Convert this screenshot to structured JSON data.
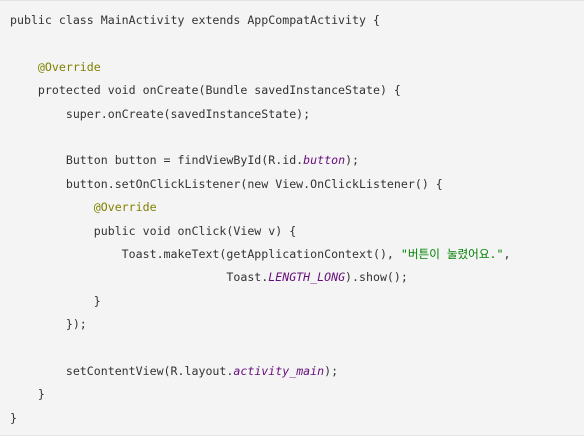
{
  "colors": {
    "background": "#f4f4f4",
    "text": "#333333",
    "annotation": "#808000",
    "field": "#660e7a",
    "string": "#008000"
  },
  "code_lines": [
    [
      {
        "t": "public class MainActivity extends AppCompatActivity {"
      }
    ],
    [
      {
        "t": ""
      }
    ],
    [
      {
        "t": "    "
      },
      {
        "t": "@Override",
        "c": "annotation"
      }
    ],
    [
      {
        "t": "    protected void onCreate(Bundle savedInstanceState) {"
      }
    ],
    [
      {
        "t": "        super.onCreate(savedInstanceState);"
      }
    ],
    [
      {
        "t": ""
      }
    ],
    [
      {
        "t": "        Button button = findViewById(R.id."
      },
      {
        "t": "button",
        "c": "field"
      },
      {
        "t": ");"
      }
    ],
    [
      {
        "t": "        button.setOnClickListener(new View.OnClickListener() {"
      }
    ],
    [
      {
        "t": "            "
      },
      {
        "t": "@Override",
        "c": "annotation"
      }
    ],
    [
      {
        "t": "            public void onClick(View v) {"
      }
    ],
    [
      {
        "t": "                Toast.makeText(getApplicationContext(), "
      },
      {
        "t": "\"버튼이 눌렸어요.\"",
        "c": "string"
      },
      {
        "t": ","
      }
    ],
    [
      {
        "t": "                               Toast."
      },
      {
        "t": "LENGTH_LONG",
        "c": "field"
      },
      {
        "t": ").show();"
      }
    ],
    [
      {
        "t": "            }"
      }
    ],
    [
      {
        "t": "        });"
      }
    ],
    [
      {
        "t": ""
      }
    ],
    [
      {
        "t": "        setContentView(R.layout."
      },
      {
        "t": "activity_main",
        "c": "field"
      },
      {
        "t": ");"
      }
    ],
    [
      {
        "t": "    }"
      }
    ],
    [
      {
        "t": "}"
      }
    ]
  ]
}
